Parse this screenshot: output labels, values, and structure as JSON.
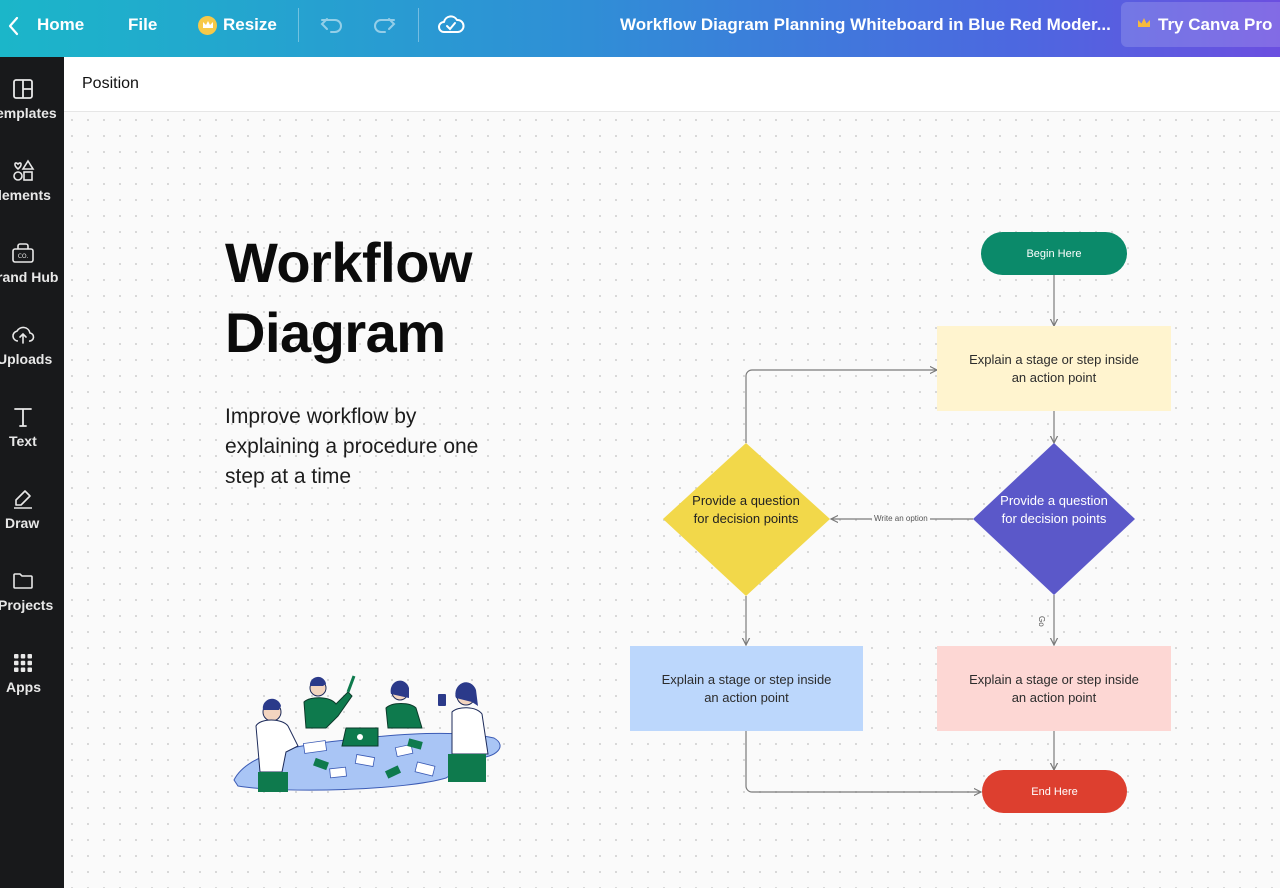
{
  "topbar": {
    "home_label": "Home",
    "file_label": "File",
    "resize_label": "Resize",
    "document_title": "Workflow Diagram Planning Whiteboard in Blue Red Moder...",
    "pro_button_label": "Try Canva Pro",
    "icons": [
      "chevron-left-icon",
      "crown-icon",
      "undo-icon",
      "redo-icon",
      "cloud-check-icon"
    ]
  },
  "sidebar": {
    "items": [
      {
        "label": "emplates",
        "icon": "templates-icon"
      },
      {
        "label": "lements",
        "icon": "elements-icon"
      },
      {
        "label": "rand Hub",
        "icon": "brand-hub-icon"
      },
      {
        "label": "Uploads",
        "icon": "uploads-icon"
      },
      {
        "label": "Text",
        "icon": "text-icon"
      },
      {
        "label": "Draw",
        "icon": "draw-icon"
      },
      {
        "label": "Projects",
        "icon": "projects-icon"
      },
      {
        "label": "Apps",
        "icon": "apps-icon"
      }
    ]
  },
  "context_bar": {
    "label": "Position"
  },
  "design": {
    "title_line1": "Workflow",
    "title_line2": "Diagram",
    "subtitle": "Improve workflow by explaining a procedure one step at a time",
    "flow": {
      "begin": "Begin Here",
      "end": "End Here",
      "step_top": "Explain a stage or step inside an action point",
      "step_left": "Explain a stage or step inside an action point",
      "step_right": "Explain a stage or step inside an action point",
      "decision_yellow": "Provide a question for decision points",
      "decision_purple": "Provide a question for decision points",
      "edge_write": "Write an option",
      "edge_go": "Go"
    },
    "colors": {
      "begin": "#0b8a6a",
      "end": "#dd3f2f",
      "step_top": "#fff4cf",
      "step_left": "#bcd7fc",
      "step_right": "#fdd7d4",
      "decision_yellow": "#f2d84a",
      "decision_purple": "#5b58c9"
    }
  }
}
